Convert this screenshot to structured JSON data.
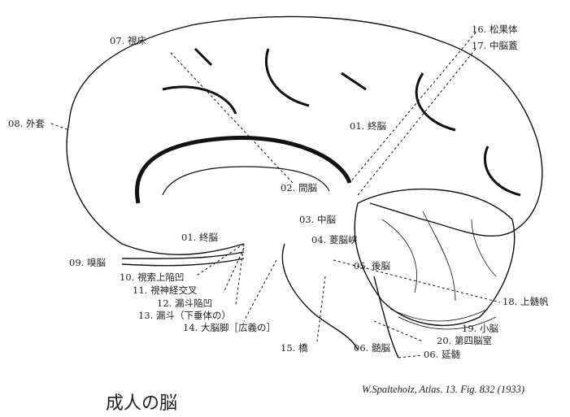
{
  "title": "成人の脳",
  "citation": "W.Spalteholz, Atlas. 13. Fig. 832 (1933)",
  "labels": {
    "l07": "07. 視床",
    "l16": "16. 松果体",
    "l17": "17. 中脳蓋",
    "l08": "08. 外套",
    "l01a": "01. 終脳",
    "l02": "02. 間脳",
    "l03": "03. 中脳",
    "l01b": "01. 終脳",
    "l04": "04. 菱脳峡",
    "l09": "09. 嗅脳",
    "l05": "05. 後脳",
    "l10": "10. 視索上陥凹",
    "l11": "11. 視神経交叉",
    "l12": "12. 漏斗陥凹",
    "l13": "13. 漏斗（下垂体の）",
    "l14": "14. 大脳脚［広義の］",
    "l18": "18. 上髄帆",
    "l19": "19. 小脳",
    "l20": "20. 第四脳室",
    "l15": "15. 橋",
    "l06a": "06. 髄脳",
    "l06b": "06. 延髄"
  }
}
